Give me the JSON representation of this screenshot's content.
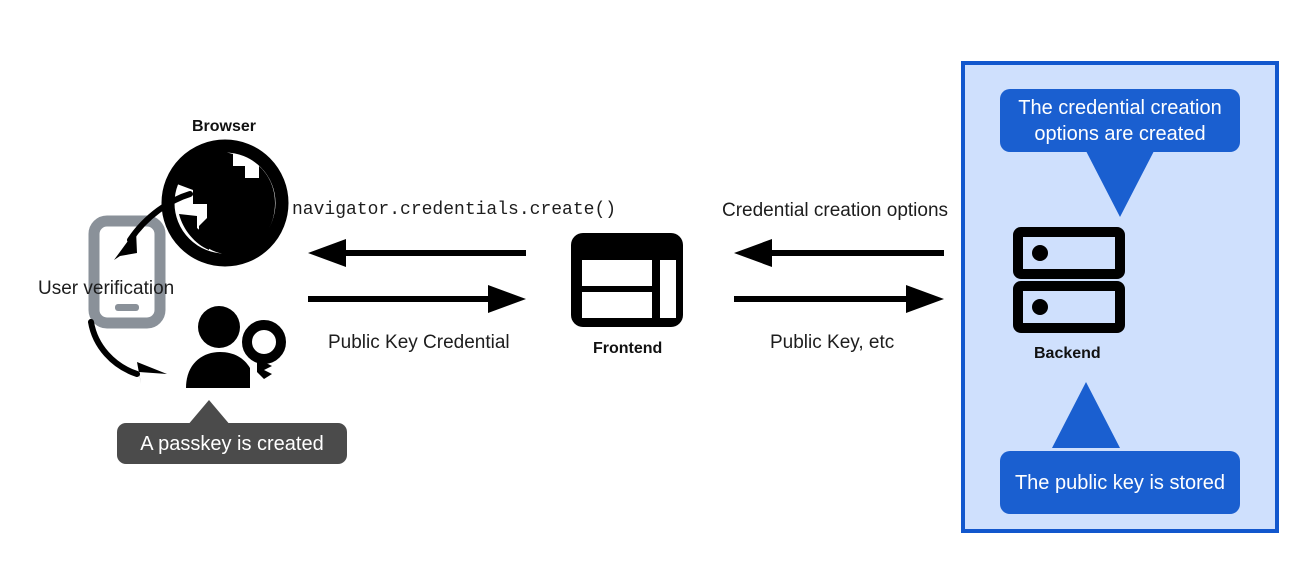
{
  "diagram": {
    "title": "WebAuthn passkey registration flow",
    "colors": {
      "region_fill": "#cfe0fd",
      "region_border": "#1257cd",
      "callout_blue": "#1a5fd0",
      "callout_dark": "#4b4b4b",
      "icon_black": "#000000",
      "icon_gray": "#8a9199",
      "text": "#1d1d1d",
      "background": "#ffffff"
    }
  },
  "nodes": {
    "browser": {
      "label": "Browser",
      "icon": "globe-icon"
    },
    "phone": {
      "icon": "mobile-phone-icon"
    },
    "user_key": {
      "icon": "user-with-key-icon"
    },
    "frontend": {
      "label": "Frontend",
      "icon": "web-layout-icon"
    },
    "backend": {
      "label": "Backend",
      "icon": "server-rack-icon"
    }
  },
  "annotations": {
    "user_verification": "User verification",
    "passkey_created": "A passkey is created",
    "credential_options_created": "The credential creation options are created",
    "public_key_stored": "The public key is stored"
  },
  "arrows": {
    "browser_group": {
      "top_label": "navigator.credentials.create()",
      "bottom_label": "Public Key Credential",
      "top_direction": "left",
      "bottom_direction": "right"
    },
    "backend_group": {
      "top_label": "Credential creation options",
      "bottom_label": "Public Key, etc",
      "top_direction": "left",
      "bottom_direction": "right"
    }
  }
}
